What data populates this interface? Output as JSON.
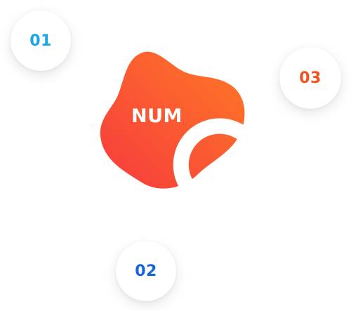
{
  "steps": [
    {
      "label": "01",
      "color": "#1aa5e8"
    },
    {
      "label": "02",
      "color": "#1565d8"
    },
    {
      "label": "03",
      "color": "#f2521f"
    }
  ],
  "logo": {
    "text": "NUM",
    "icon": "magnifier-icon",
    "gradient": [
      "#ff6a2a",
      "#f83d3d"
    ]
  }
}
